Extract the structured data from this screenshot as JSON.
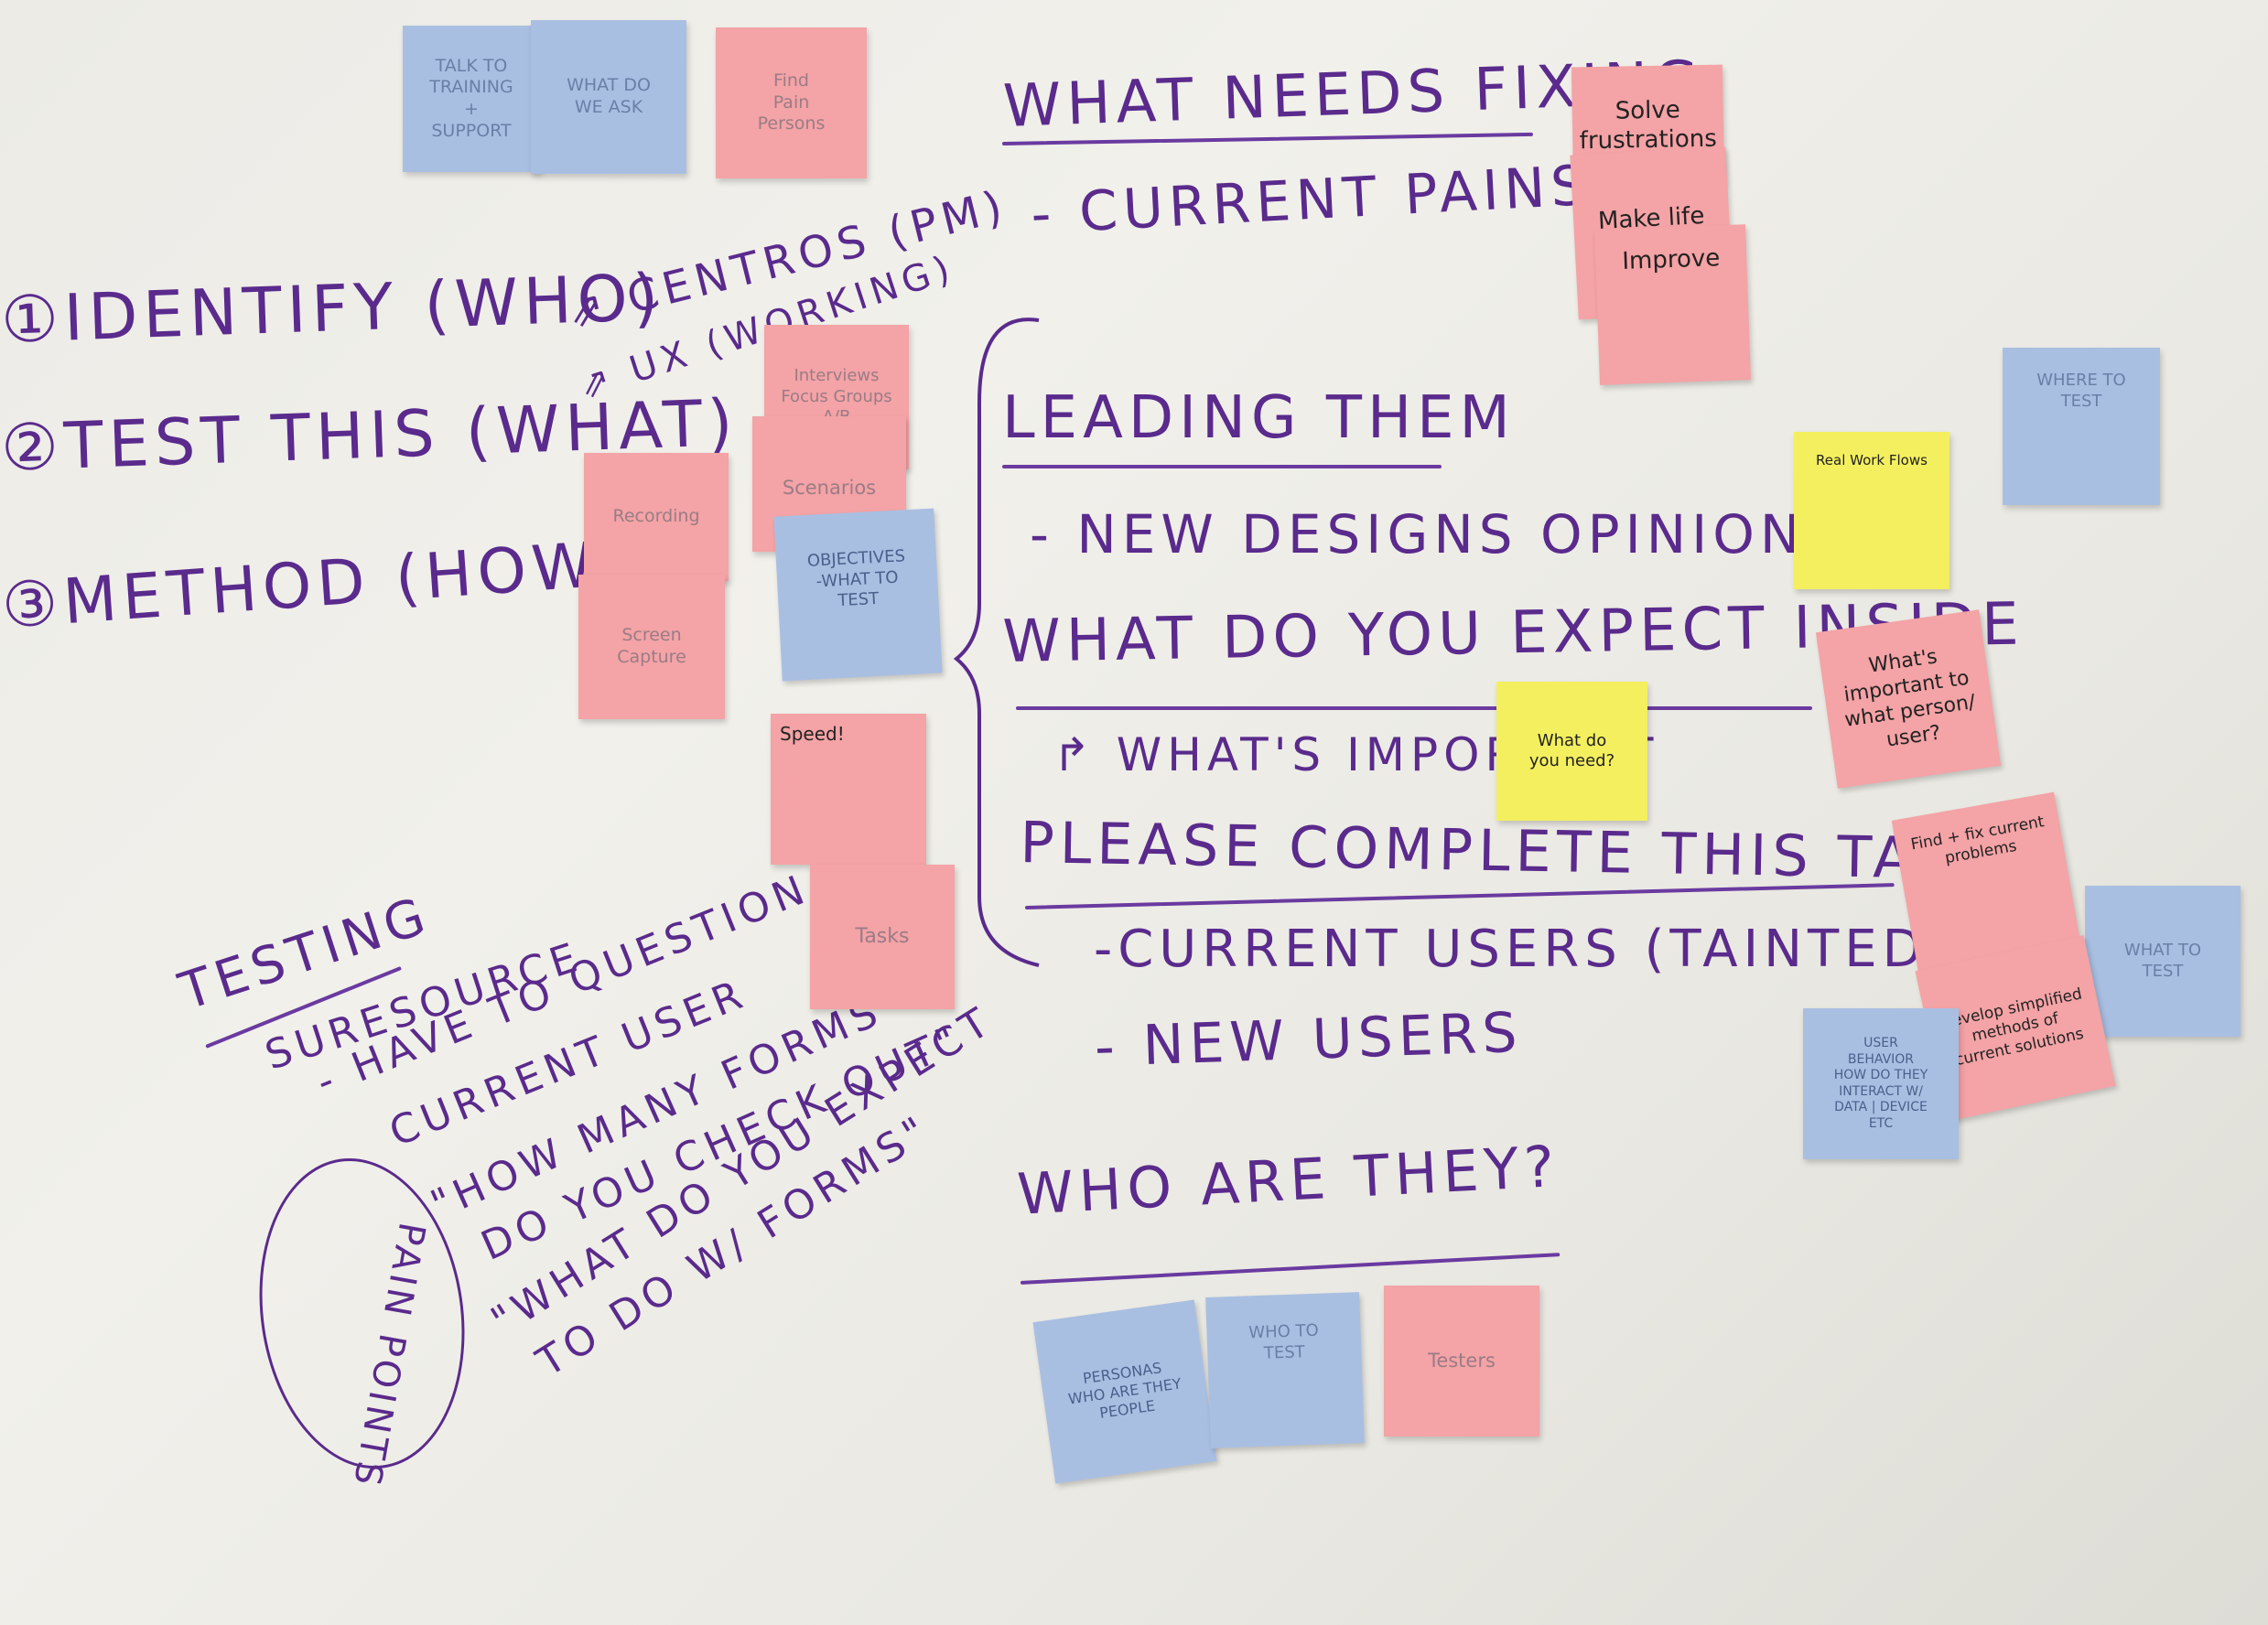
{
  "headings": {
    "what_needs_fixing": "WHAT NEEDS FIXING",
    "current_pains": "- CURRENT PAINS",
    "leading_them": "LEADING THEM",
    "new_designs_opinions": "- NEW DESIGNS OPINIONS",
    "what_do_you_expect": "WHAT DO YOU EXPECT INSIDE",
    "whats_important": "↱ WHAT'S IMPORTANT",
    "please_complete": "PLEASE COMPLETE THIS TASK",
    "current_users_tainted": "-CURRENT USERS (TAINTED?!?",
    "new_users": "- NEW USERS",
    "who_are_they": "WHO ARE THEY?"
  },
  "steps": {
    "identify": "①IDENTIFY (WHO)",
    "test_this": "②TEST THIS (WHAT)",
    "method": "③METHOD (HOW)",
    "centros": "⇗ CENTROS (PM)",
    "ux_working": "⇗ UX (WORKING)"
  },
  "testing": {
    "title": "TESTING",
    "line1": "SURESOURCE",
    "line2": "- HAVE TO QUESTION",
    "line3": "CURRENT USER",
    "line4": "\"HOW MANY FORMS",
    "line5": "DO YOU CHECK OUT\"",
    "line6": "\"WHAT DO YOU EXPECT",
    "line7": "TO DO W/ FORMS\"",
    "circled": "PAIN POINTS"
  },
  "notes": {
    "talk_to_training": "TALK TO\nTRAINING\n+\nSUPPORT",
    "what_do_we_ask": "WHAT DO\nWE ASK",
    "find_pain_persons": "Find\nPain\nPersons",
    "solve_frustrations": "Solve\nfrustrations",
    "make_life_easier": "Make life\nEASIER!",
    "improve": "Improve",
    "interviews": "Interviews\nFocus Groups\nA/B",
    "scenarios": "Scenarios",
    "recording": "Recording",
    "screen_capture": "Screen\nCapture",
    "objectives": "OBJECTIVES\n-WHAT TO\nTEST",
    "speed": "Speed!",
    "tasks": "Tasks",
    "where_to_test": "WHERE TO\nTEST",
    "real_work_flows": "Real Work Flows",
    "whats_important_note": "What's\nimportant to\nwhat person/\nuser?",
    "what_do_you_need": "What do\nyou need?",
    "find_fix": "Find + fix current\nproblems",
    "develop_simplified": "Develop simplified\nmethods of\ncurrent solutions",
    "what_to_test": "WHAT TO\nTEST",
    "user_behavior": "USER\nBEHAVIOR\nHOW DO THEY\nINTERACT W/\nDATA | DEVICE\nETC",
    "personas": "PERSONAS\nWHO ARE THEY\nPEOPLE",
    "who_to_test": "WHO TO\nTEST",
    "testers": "Testers"
  },
  "colors": {
    "marker": "#5a2a8c",
    "pink_note": "#f4a3a6",
    "blue_note": "#a9bfe2",
    "yellow_note": "#f4ef5e",
    "board": "#ecebe6"
  }
}
